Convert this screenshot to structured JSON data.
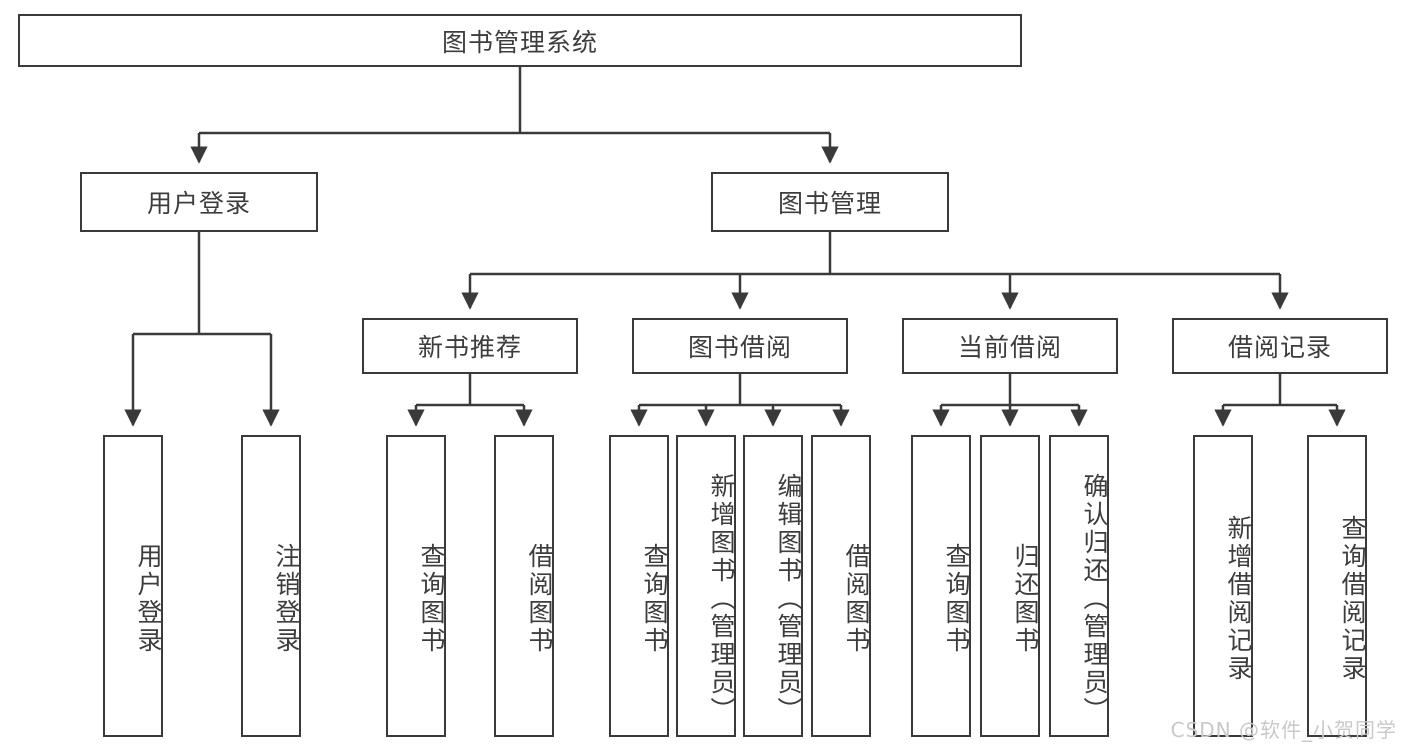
{
  "diagram": {
    "title": "图书管理系统",
    "watermark": "CSDN @软件_小贺同学",
    "colors": {
      "border": "#3a3a3a",
      "text": "#3d3d3d",
      "background": "#ffffff",
      "watermark": "#c9c9c9"
    },
    "root": {
      "label": "图书管理系统"
    },
    "level2": [
      {
        "label": "用户登录"
      },
      {
        "label": "图书管理"
      }
    ],
    "level3": [
      {
        "label": "新书推荐"
      },
      {
        "label": "图书借阅"
      },
      {
        "label": "当前借阅"
      },
      {
        "label": "借阅记录"
      }
    ],
    "leaves": {
      "user_login": [
        {
          "label": "用户登录"
        },
        {
          "label": "注销登录"
        }
      ],
      "new_book_recommend": [
        {
          "label": "查询图书"
        },
        {
          "label": "借阅图书"
        }
      ],
      "book_borrow": [
        {
          "label": "查询图书"
        },
        {
          "label": "新增图书（管理员）"
        },
        {
          "label": "编辑图书（管理员）"
        },
        {
          "label": "借阅图书"
        }
      ],
      "current_borrow": [
        {
          "label": "查询图书"
        },
        {
          "label": "归还图书"
        },
        {
          "label": "确认归还（管理员）"
        }
      ],
      "borrow_record": [
        {
          "label": "新增借阅记录"
        },
        {
          "label": "查询借阅记录"
        }
      ]
    }
  }
}
